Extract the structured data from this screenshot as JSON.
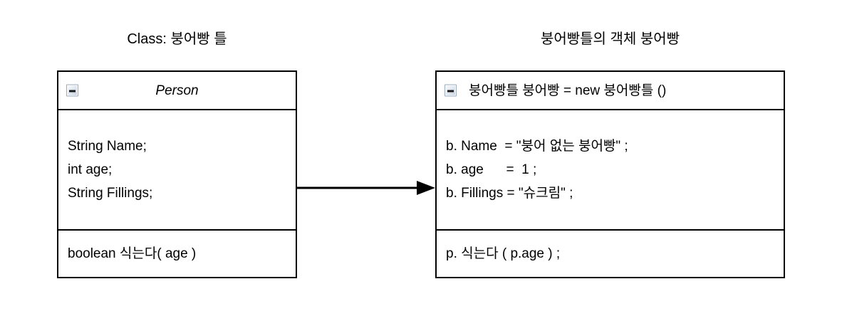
{
  "diagram": {
    "left": {
      "title": "Class: 붕어빵 틀",
      "header": {
        "icon": "collapse-minus-icon",
        "name": "Person"
      },
      "attributes": [
        "String Name;",
        "int age;",
        "String Fillings;"
      ],
      "methods": [
        "boolean 식는다( age )"
      ]
    },
    "right": {
      "title": "붕어빵틀의 객체 붕어빵",
      "header": {
        "icon": "collapse-minus-icon",
        "name": "붕어빵틀 붕어빵 = new 붕어빵틀 ()"
      },
      "attributes": [
        "b. Name  = \"붕어 없는 붕어빵\" ;",
        "b. age      =  1 ;",
        "b. Fillings = \"슈크림\" ;"
      ],
      "methods": [
        "p. 식는다 ( p.age ) ;"
      ]
    },
    "arrow": {
      "name": "instantiation-arrow",
      "direction": "right",
      "label": ""
    },
    "colors": {
      "stroke": "#000000",
      "background": "#ffffff",
      "icon_border": "#9aa9bb",
      "icon_fill": "#d9e2ee"
    }
  }
}
